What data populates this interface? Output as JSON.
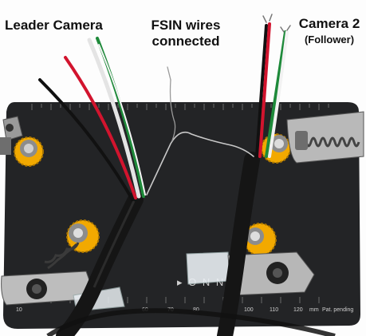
{
  "labels": {
    "leader_camera": "Leader Camera",
    "fsin_line1": "FSIN wires",
    "fsin_line2": "connected",
    "camera2": "Camera 2",
    "camera2_sub": "(Follower)"
  },
  "board": {
    "brand": "▸ O N N I T I X O ®",
    "unit": "mm",
    "note": "Pat. pending",
    "ruler_numbers": [
      "10",
      "60",
      "70",
      "80",
      "100",
      "110",
      "120"
    ]
  },
  "colors": {
    "board": "#232426",
    "knob": "#f2a900",
    "wire_red": "#d2142e",
    "wire_green": "#1e8a3a",
    "wire_black": "#111111",
    "wire_white": "#f2f2f2",
    "cable": "#1a1a1a"
  }
}
